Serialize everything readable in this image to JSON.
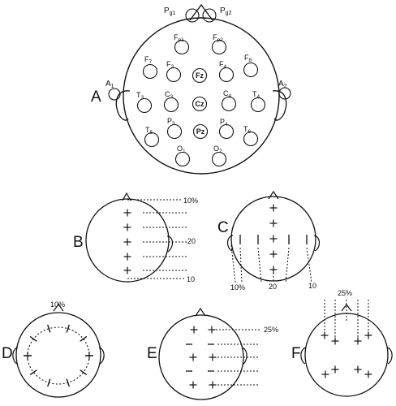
{
  "panel_labels": {
    "a": "A",
    "b": "B",
    "c": "C",
    "d": "D",
    "e": "E",
    "f": "F"
  },
  "main_head": {
    "pharyngeal": [
      "Pg1",
      "Pg2"
    ],
    "ear": [
      "A1",
      "A2"
    ],
    "electrodes": [
      {
        "id": "Fp1",
        "main": "F",
        "sub": "p1"
      },
      {
        "id": "Fp2",
        "main": "F",
        "sub": "p2"
      },
      {
        "id": "F7",
        "main": "F",
        "sub": "7"
      },
      {
        "id": "F3",
        "main": "F",
        "sub": "3"
      },
      {
        "id": "Fz",
        "main": "Fz",
        "sub": ""
      },
      {
        "id": "F4",
        "main": "F",
        "sub": "4"
      },
      {
        "id": "F8",
        "main": "F",
        "sub": "8"
      },
      {
        "id": "T3",
        "main": "T",
        "sub": "3"
      },
      {
        "id": "C3",
        "main": "C",
        "sub": "3"
      },
      {
        "id": "Cz",
        "main": "Cz",
        "sub": ""
      },
      {
        "id": "C4",
        "main": "C",
        "sub": "4"
      },
      {
        "id": "T4",
        "main": "T",
        "sub": "4"
      },
      {
        "id": "T5",
        "main": "T",
        "sub": "5"
      },
      {
        "id": "P3",
        "main": "P",
        "sub": "3"
      },
      {
        "id": "Pz",
        "main": "Pz",
        "sub": ""
      },
      {
        "id": "P4",
        "main": "P",
        "sub": "4"
      },
      {
        "id": "T6",
        "main": "T",
        "sub": "6"
      },
      {
        "id": "O1",
        "main": "O",
        "sub": "1"
      },
      {
        "id": "O2",
        "main": "O",
        "sub": "2"
      }
    ]
  },
  "measure_labels": {
    "b_top": "10%",
    "b_mid": "20",
    "b_bottom": "10",
    "c_left": "10%",
    "c_mid": "20",
    "c_right": "10",
    "d_top": "10%",
    "e_right": "25%",
    "f_top": "25%"
  }
}
